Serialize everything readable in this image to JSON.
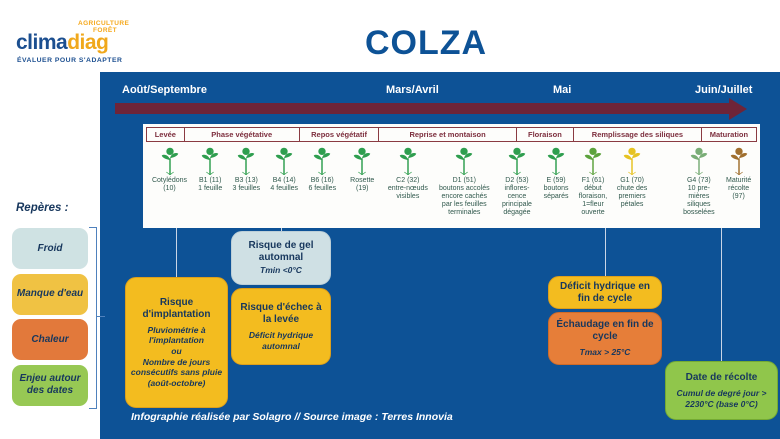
{
  "logo": {
    "agriculture": "AGRICULTURE",
    "foret": "FORÊT",
    "clima": "clima",
    "diag": "diag",
    "tagline": "ÉVALUER POUR S'ADAPTER",
    "clima_color": "#1c4f90",
    "diag_color": "#f0a81c"
  },
  "title": "COLZA",
  "colors": {
    "panel_blue": "#0d5296",
    "arrow_maroon": "#6e2438",
    "phase_text": "#7d2f3e"
  },
  "timeline": {
    "months": [
      "Août/Septembre",
      "Mars/Avril",
      "Mai",
      "Juin/Juillet"
    ]
  },
  "phases": [
    {
      "label": "Levée"
    },
    {
      "label": "Phase végétative"
    },
    {
      "label": "Repos végétatif"
    },
    {
      "label": "Reprise et montaison"
    },
    {
      "label": "Floraison"
    },
    {
      "label": "Remplissage des siliques"
    },
    {
      "label": "Maturation"
    }
  ],
  "stages": [
    {
      "label": "Cotylédons\n(10)",
      "icon": "seedling-icon",
      "color": "#2f9e4f"
    },
    {
      "label": "B1 (11)\n1 feuille",
      "icon": "young-plant-icon",
      "color": "#2f9e4f"
    },
    {
      "label": "B3 (13)\n3 feuilles",
      "icon": "young-plant-icon",
      "color": "#2f9e4f"
    },
    {
      "label": "B4 (14)\n4 feuilles",
      "icon": "young-plant-icon",
      "color": "#2f9e4f"
    },
    {
      "label": "B6 (16)\n6 feuilles",
      "icon": "young-plant-icon",
      "color": "#2f9e4f"
    },
    {
      "label": "Rosette\n(19)",
      "icon": "rosette-plant-icon",
      "color": "#2f9e4f"
    },
    {
      "label": "C2 (32)\nentre-nœuds\nvisibles",
      "icon": "elongating-plant-icon",
      "color": "#2f9e4f"
    },
    {
      "label": "D1 (51)\nboutons accolés\nencore cachés\npar les feuilles\nterminales",
      "icon": "budding-plant-icon",
      "color": "#2f9e4f"
    },
    {
      "label": "D2 (53)\ninflores-\ncence\nprincipale\ndégagée",
      "icon": "budding-plant-icon",
      "color": "#2f9e4f"
    },
    {
      "label": "E (59)\nboutons\nséparés",
      "icon": "budding-plant-icon",
      "color": "#2f9e4f"
    },
    {
      "label": "F1 (61)\ndébut\nfloraison,\n1=fleur\nouverte",
      "icon": "first-flower-plant-icon",
      "color": "#5ca23c"
    },
    {
      "label": "G1 (70)\nchute des\npremiers\npétales",
      "icon": "flowering-plant-icon",
      "color": "#e6c323"
    },
    {
      "label": "G4 (73)\n10 pre-\nmières\nsiliques\nbosselées",
      "icon": "silique-plant-icon",
      "color": "#79ad76"
    },
    {
      "label": "Maturité\nrécolte\n(97)",
      "icon": "mature-plant-icon",
      "color": "#a06f2e"
    }
  ],
  "legend": {
    "heading": "Repères :",
    "items": [
      {
        "label": "Froid",
        "color": "#cfe2e3"
      },
      {
        "label": "Manque d'eau",
        "color": "#f0c243"
      },
      {
        "label": "Chaleur",
        "color": "#e2793b"
      },
      {
        "label": "Enjeu autour des dates",
        "color": "#97c854"
      }
    ]
  },
  "callouts": [
    {
      "title": "Risque d'implantation",
      "body": "Pluviométrie à l'implantation\nou\nNombre de jours consécutifs sans pluie (août-octobre)",
      "color": "#f3bc1f"
    },
    {
      "title": "Risque de gel automnal",
      "body": "Tmin <0°C",
      "color": "#cfe0e4"
    },
    {
      "title": "Risque d'échec à la levée",
      "body": "Déficit hydrique automnal",
      "color": "#f3bc1f"
    },
    {
      "title": "Déficit hydrique en fin de cycle",
      "body": "",
      "color": "#f3bc1f"
    },
    {
      "title": "Échaudage en fin de cycle",
      "body": "Tmax > 25°C",
      "color": "#e67e39"
    },
    {
      "title": "Date de récolte",
      "body": "Cumul de degré jour > 2230°C (base 0°C)",
      "color": "#90c64b"
    }
  ],
  "credit": "Infographie réalisée par Solagro // Source image : Terres Innovia"
}
